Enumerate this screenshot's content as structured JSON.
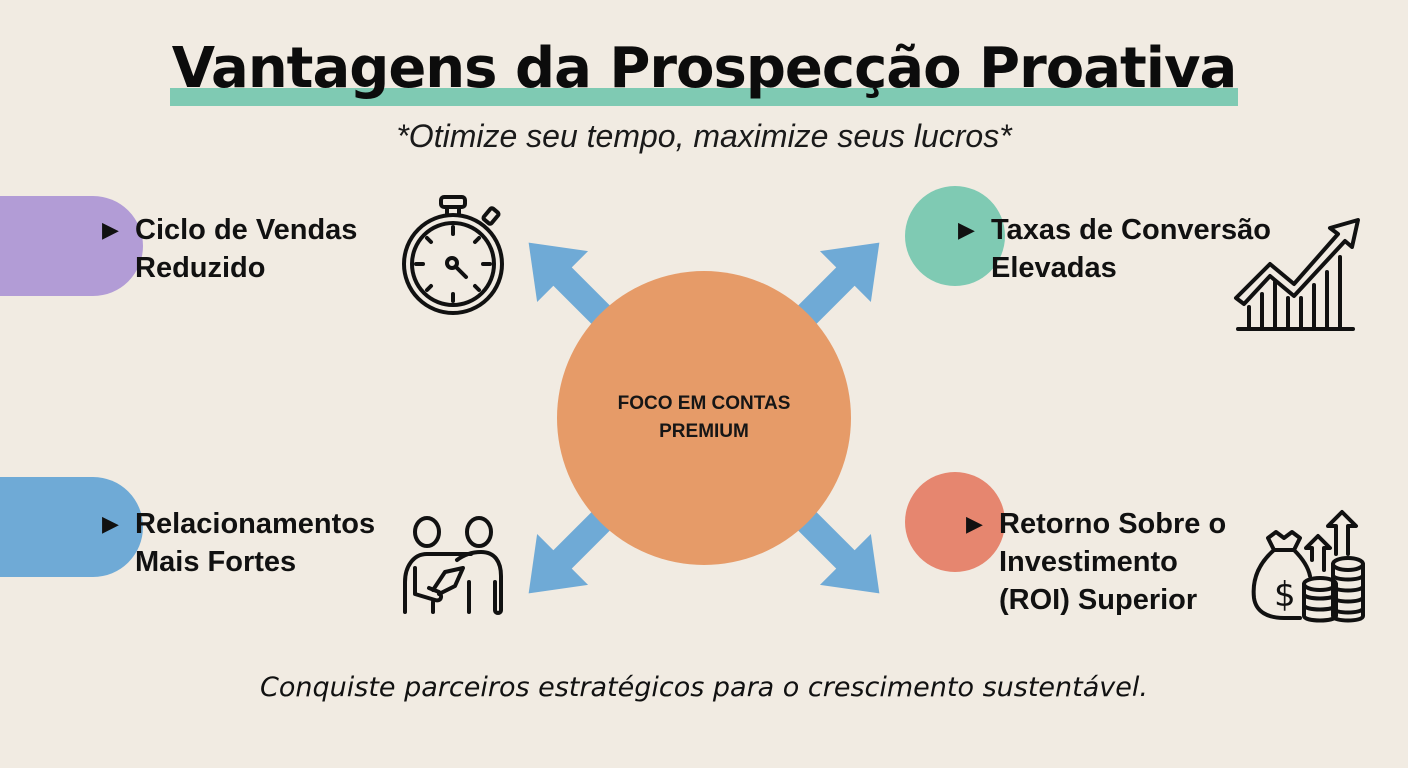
{
  "header": {
    "title": "Vantagens da Prospecção Proativa",
    "subtitle": "*Otimize seu tempo, maximize seus lucros*"
  },
  "center": {
    "line1": "FOCO EM CONTAS",
    "line2": "PREMIUM"
  },
  "items": [
    {
      "line1": "Ciclo de Vendas",
      "line2": "Reduzido",
      "icon": "stopwatch-icon",
      "accent": "#b29cd6",
      "bullet": "▶"
    },
    {
      "line1": "Taxas de Conversão",
      "line2": "Elevadas",
      "icon": "growth-chart-icon",
      "accent": "#7fcab3",
      "bullet": "▶"
    },
    {
      "line1": "Relacionamentos",
      "line2": "Mais Fortes",
      "icon": "handshake-people-icon",
      "accent": "#6faad6",
      "bullet": "▶"
    },
    {
      "line1": "Retorno Sobre o",
      "line2": "Investimento",
      "line3": "(ROI) Superior",
      "icon": "money-bag-coins-icon",
      "accent": "#e6866f",
      "bullet": "▶"
    }
  ],
  "footer": {
    "tagline": "Conquiste parceiros estratégicos para o crescimento sustentável."
  },
  "colors": {
    "background": "#f1ebe2",
    "title_underline": "#7fcab3",
    "center_circle": "#e69b68",
    "arrows": "#6faad6"
  }
}
